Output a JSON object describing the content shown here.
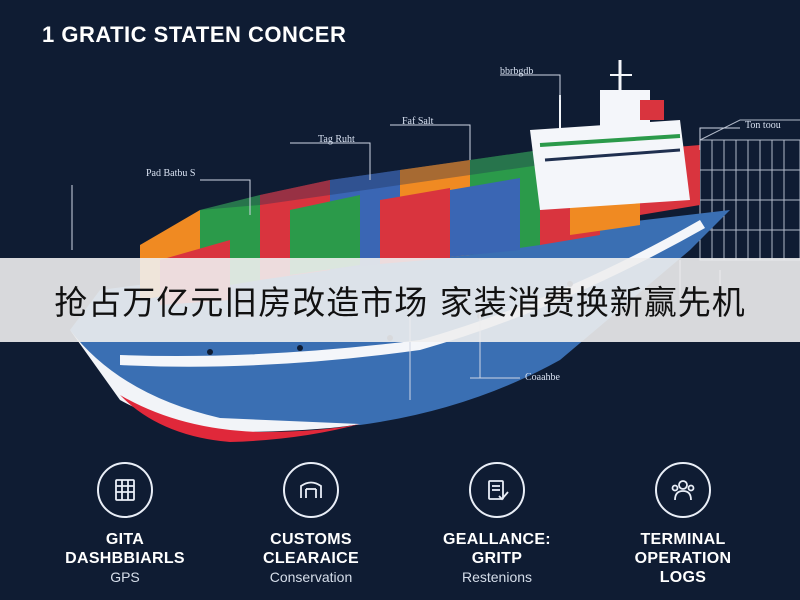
{
  "header": {
    "title": "1 GRATIC STATEN CONCER"
  },
  "callouts": [
    {
      "id": "top",
      "text": "bbrbgdb"
    },
    {
      "id": "mid",
      "text": "Faf Salt"
    },
    {
      "id": "left1",
      "text": "Tag Ruht"
    },
    {
      "id": "left2",
      "text": "Pad Batbu S"
    },
    {
      "id": "right",
      "text": "Ton toou"
    },
    {
      "id": "bottom",
      "text": "Coaahbe"
    }
  ],
  "banner": {
    "text": "抢占万亿元旧房改造市场 家装消费换新赢先机"
  },
  "features": [
    {
      "icon": "grid-document-icon",
      "title_line1": "GITA",
      "title_line2": "DASHBBIARLS",
      "subtitle": "GPS"
    },
    {
      "icon": "gate-truck-icon",
      "title_line1": "CUSTOMS",
      "title_line2": "CLEARAICE",
      "subtitle": "Conservation"
    },
    {
      "icon": "clipboard-check-icon",
      "title_line1": "GEALLANCE:",
      "title_line2": "GRITP",
      "subtitle": "Restenions"
    },
    {
      "icon": "people-group-icon",
      "title_line1": "TERMINAL",
      "title_line2": "OPERATION",
      "subtitle": "LOGS"
    }
  ],
  "colors": {
    "background": "#0f1c33",
    "hull_blue": "#3a6fb3",
    "hull_red": "#e0283a",
    "container_red": "#d9343e",
    "container_green": "#2b9a4a",
    "container_orange": "#f08a22",
    "container_blue": "#3a66b4"
  }
}
